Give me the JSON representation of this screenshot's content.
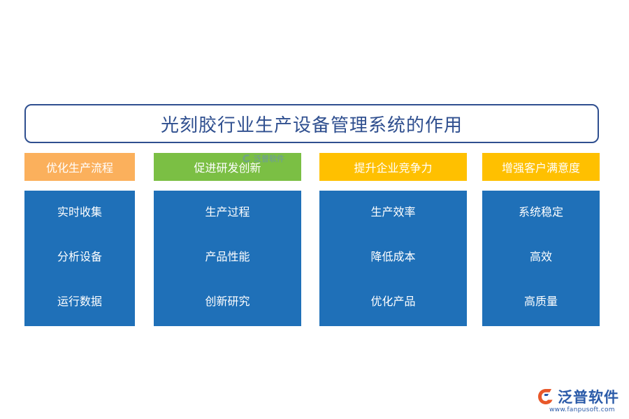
{
  "title": "光刻胶行业生产设备管理系统的作用",
  "columns": [
    {
      "header": "优化生产流程",
      "color": "#fbb05c",
      "items": [
        "实时收集",
        "分析设备",
        "运行数据"
      ]
    },
    {
      "header": "促进研发创新",
      "color": "#7bbf44",
      "items": [
        "生产过程",
        "产品性能",
        "创新研究"
      ]
    },
    {
      "header": "提升企业竞争力",
      "color": "#ffc000",
      "items": [
        "生产效率",
        "降低成本",
        "优化产品"
      ]
    },
    {
      "header": "增强客户满意度",
      "color": "#ffc000",
      "items": [
        "系统稳定",
        "高效",
        "高质量"
      ]
    }
  ],
  "body_color": "#1f70b8",
  "watermark": {
    "text": "泛普软件",
    "icon": "fanpu-logo-icon"
  },
  "logo": {
    "name": "泛普软件",
    "url": "www.fanpusoft.com",
    "icon": "fanpu-logo-icon"
  }
}
